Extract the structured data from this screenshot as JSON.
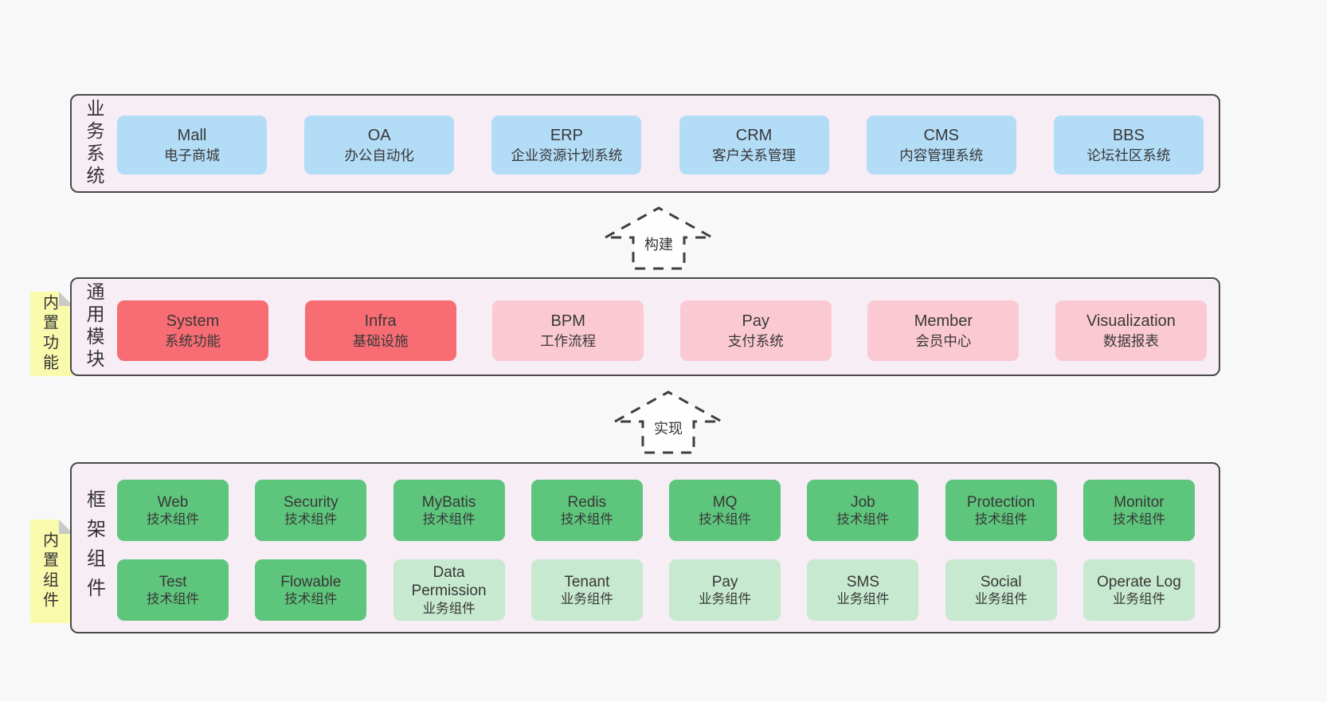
{
  "colors": {
    "background": "#f8f8f8",
    "panel_bg": "#f6edf5",
    "panel_border": "#4a4a4a",
    "sticky_bg": "#fafaad",
    "sticky_fold": "#c9c9c9",
    "arrow_stroke": "#3f3f3f",
    "blue": "#b3dcf7",
    "red": "#f76d73",
    "pink": "#fbc9d2",
    "green": "#5ec57c",
    "lightgreen": "#c7e9cf",
    "text": "#383838"
  },
  "layers": {
    "business": {
      "label": "业务系统",
      "boxes": [
        {
          "name": "Mall",
          "desc": "电子商城",
          "variant": "blue"
        },
        {
          "name": "OA",
          "desc": "办公自动化",
          "variant": "blue"
        },
        {
          "name": "ERP",
          "desc": "企业资源计划系统",
          "variant": "blue"
        },
        {
          "name": "CRM",
          "desc": "客户关系管理",
          "variant": "blue"
        },
        {
          "name": "CMS",
          "desc": "内容管理系统",
          "variant": "blue"
        },
        {
          "name": "BBS",
          "desc": "论坛社区系统",
          "variant": "blue"
        }
      ]
    },
    "modules": {
      "label": "通用模块",
      "tab": "内置功能",
      "boxes": [
        {
          "name": "System",
          "desc": "系统功能",
          "variant": "red"
        },
        {
          "name": "Infra",
          "desc": "基础设施",
          "variant": "red"
        },
        {
          "name": "BPM",
          "desc": "工作流程",
          "variant": "pink"
        },
        {
          "name": "Pay",
          "desc": "支付系统",
          "variant": "pink"
        },
        {
          "name": "Member",
          "desc": "会员中心",
          "variant": "pink"
        },
        {
          "name": "Visualization",
          "desc": "数据报表",
          "variant": "pink"
        }
      ]
    },
    "framework": {
      "label": "框架组件",
      "tab": "内置组件",
      "rows": [
        [
          {
            "name": "Web",
            "desc": "技术组件",
            "variant": "green"
          },
          {
            "name": "Security",
            "desc": "技术组件",
            "variant": "green"
          },
          {
            "name": "MyBatis",
            "desc": "技术组件",
            "variant": "green"
          },
          {
            "name": "Redis",
            "desc": "技术组件",
            "variant": "green"
          },
          {
            "name": "MQ",
            "desc": "技术组件",
            "variant": "green"
          },
          {
            "name": "Job",
            "desc": "技术组件",
            "variant": "green"
          },
          {
            "name": "Protection",
            "desc": "技术组件",
            "variant": "green"
          },
          {
            "name": "Monitor",
            "desc": "技术组件",
            "variant": "green"
          }
        ],
        [
          {
            "name": "Test",
            "desc": "技术组件",
            "variant": "green"
          },
          {
            "name": "Flowable",
            "desc": "技术组件",
            "variant": "green"
          },
          {
            "name": "Data Permission",
            "desc": "业务组件",
            "variant": "lightgreen"
          },
          {
            "name": "Tenant",
            "desc": "业务组件",
            "variant": "lightgreen"
          },
          {
            "name": "Pay",
            "desc": "业务组件",
            "variant": "lightgreen"
          },
          {
            "name": "SMS",
            "desc": "业务组件",
            "variant": "lightgreen"
          },
          {
            "name": "Social",
            "desc": "业务组件",
            "variant": "lightgreen"
          },
          {
            "name": "Operate Log",
            "desc": "业务组件",
            "variant": "lightgreen"
          }
        ]
      ]
    }
  },
  "arrows": [
    {
      "label": "构建"
    },
    {
      "label": "实现"
    }
  ]
}
